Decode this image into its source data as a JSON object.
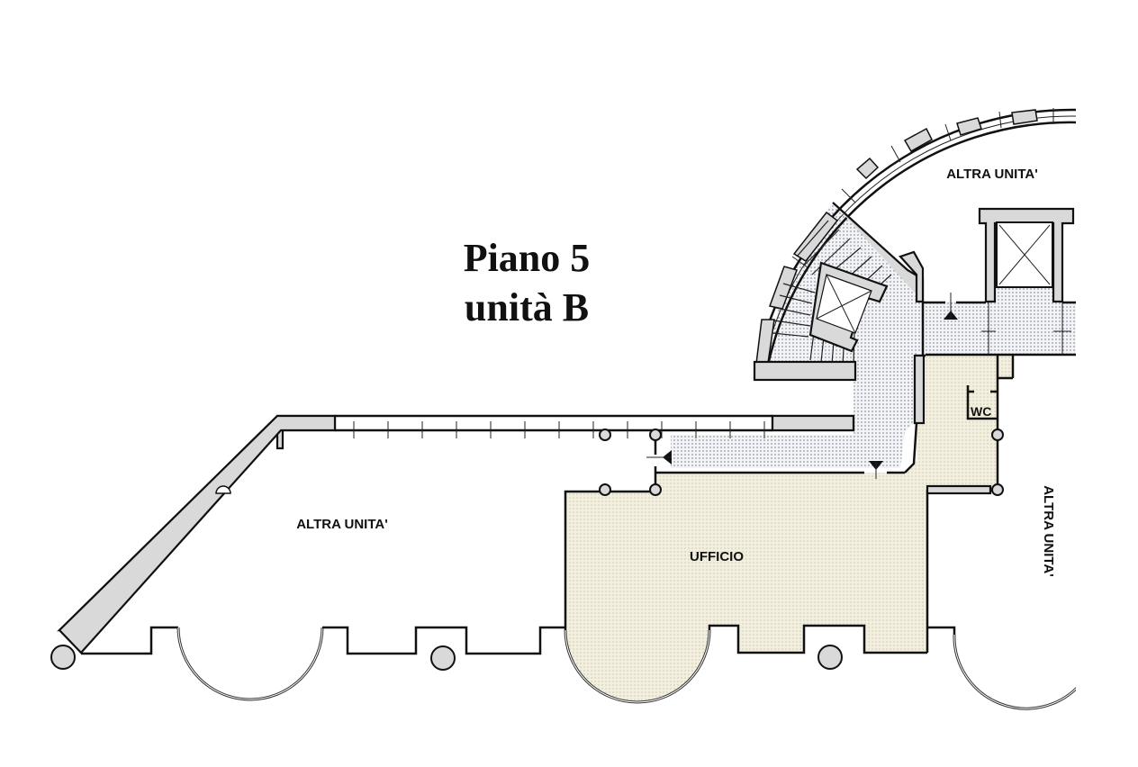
{
  "title": {
    "line1": "Piano 5",
    "line2": "unità B"
  },
  "rooms": {
    "top_right": "ALTRA UNITA'",
    "left": "ALTRA UNITA'",
    "office": "UFFICIO",
    "wc": "WC",
    "right_vertical": "ALTRA UNITA'"
  },
  "colors": {
    "unit_fill": "#f3efde",
    "unit_dots": "#b8b29a",
    "common_fill": "#eef0f4",
    "common_dots": "#555a66",
    "wall_fill": "#d9d9d9",
    "line": "#111111"
  }
}
